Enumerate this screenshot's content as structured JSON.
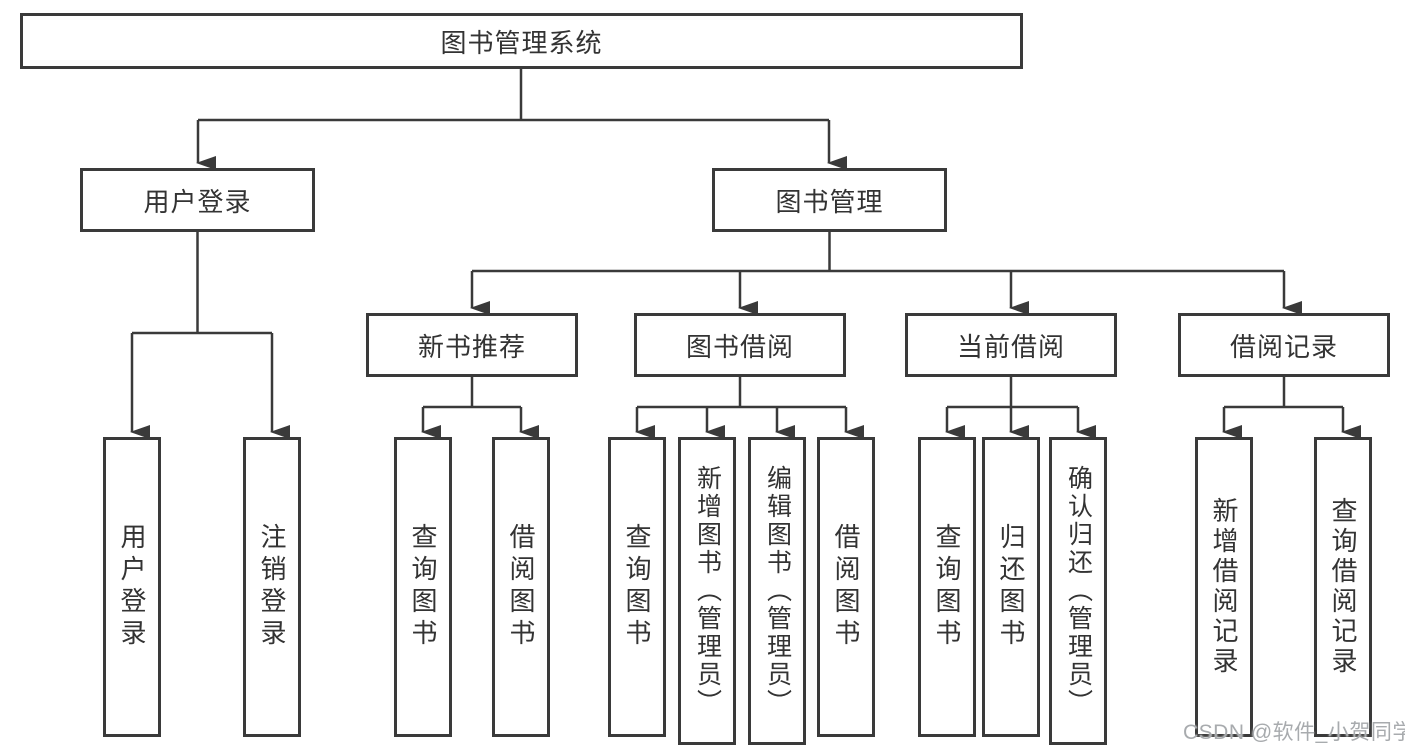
{
  "colors": {
    "line": "#3a3a3a",
    "box_border": "#3a3a3a",
    "text": "#333333",
    "background": "#ffffff",
    "watermark": "#a8abae"
  },
  "diagram": {
    "root": {
      "label": "图书管理系统"
    },
    "level2": [
      {
        "label": "用户登录"
      },
      {
        "label": "图书管理"
      }
    ],
    "level3": [
      {
        "label": "新书推荐"
      },
      {
        "label": "图书借阅"
      },
      {
        "label": "当前借阅"
      },
      {
        "label": "借阅记录"
      }
    ],
    "leaves": [
      {
        "label": "用户登录"
      },
      {
        "label": "注销登录"
      },
      {
        "label": "查询图书"
      },
      {
        "label": "借阅图书"
      },
      {
        "label": "查询图书"
      },
      {
        "label": "新增图书（管理员）"
      },
      {
        "label": "编辑图书（管理员）"
      },
      {
        "label": "借阅图书"
      },
      {
        "label": "查询图书"
      },
      {
        "label": "归还图书"
      },
      {
        "label": "确认归还（管理员）"
      },
      {
        "label": "新增借阅记录"
      },
      {
        "label": "查询借阅记录"
      }
    ]
  },
  "watermark": {
    "text": "CSDN @软件_小贺同学"
  }
}
